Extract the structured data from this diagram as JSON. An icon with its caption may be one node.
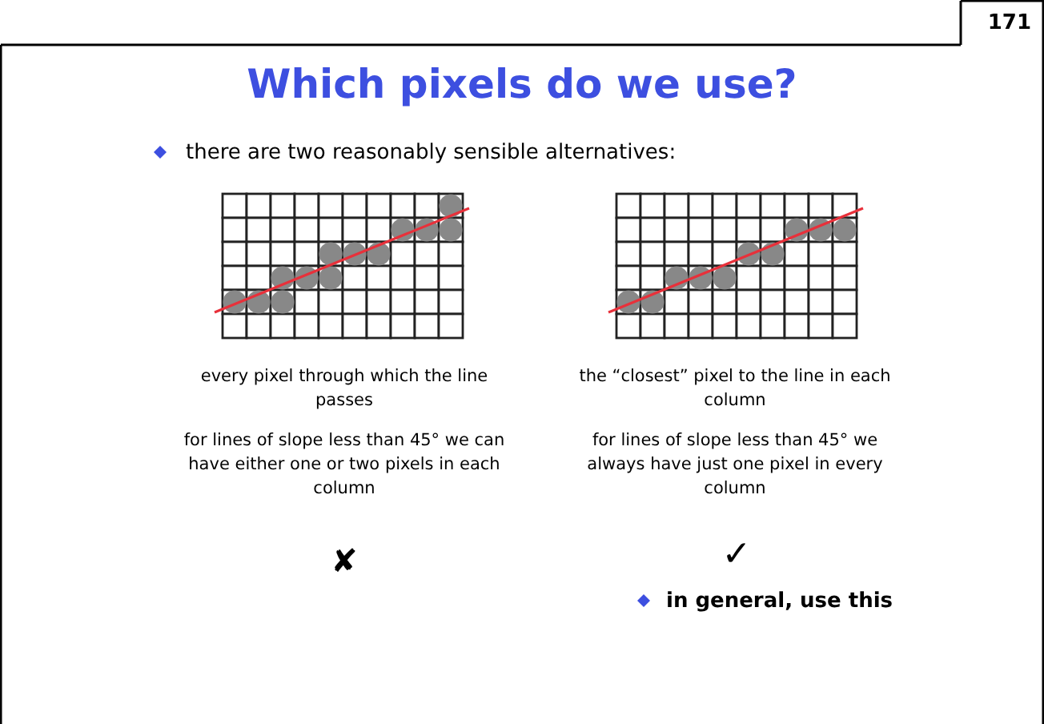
{
  "diagram": {
    "title": "Which pixels do we use?",
    "labels": [
      "171",
      "there are two reasonably sensible alternatives:",
      "every pixel through which the line passes",
      "for lines of slope less than 45° we can have either one or two pixels in each column",
      "the “closest” pixel to the line in each column",
      "for lines of slope less than 45° we always have just one pixel in every column",
      "✘",
      "✓",
      "in general, use this"
    ]
  }
}
